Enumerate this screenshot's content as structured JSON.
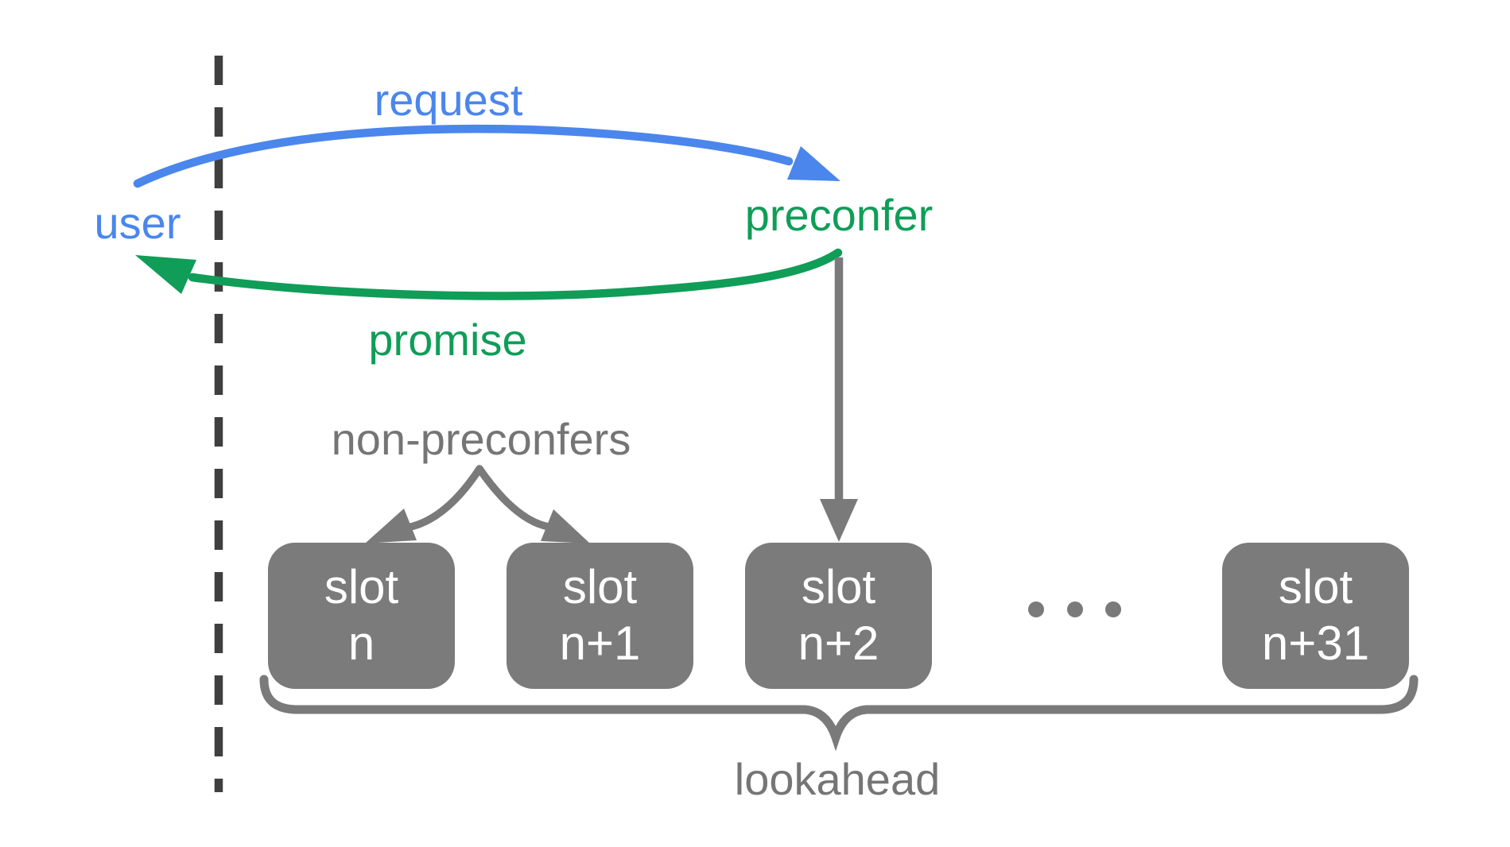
{
  "diagram": {
    "labels": {
      "user": "user",
      "preconfer": "preconfer",
      "request": "request",
      "promise": "promise",
      "non_preconfers": "non-preconfers",
      "lookahead": "lookahead"
    },
    "slots": [
      {
        "line1": "slot",
        "line2": "n"
      },
      {
        "line1": "slot",
        "line2": "n+1"
      },
      {
        "line1": "slot",
        "line2": "n+2"
      },
      {
        "line1": "slot",
        "line2": "n+31"
      }
    ],
    "icons": {
      "ellipsis_dots": "•••"
    },
    "colors": {
      "request_blue": "#4a86ec",
      "promise_green": "#0f9d58",
      "slot_box_gray": "#7b7b7b",
      "arrow_gray": "#7a7a7a",
      "label_gray": "#757575",
      "timeline_dark_gray": "#3f3f3f",
      "slot_text": "#ffffff",
      "background": "#ffffff"
    }
  }
}
